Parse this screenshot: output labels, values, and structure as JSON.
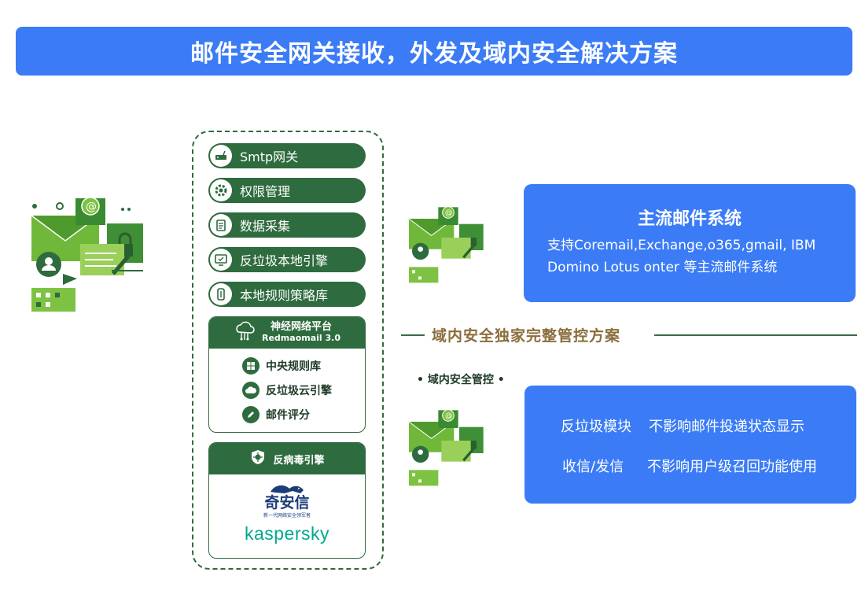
{
  "header": {
    "title": "邮件安全网关接收，外发及域内安全解决方案"
  },
  "pills": [
    {
      "label": "Smtp网关",
      "icon": "router-icon"
    },
    {
      "label": "权限管理",
      "icon": "gear-icon"
    },
    {
      "label": "数据采集",
      "icon": "clipboard-icon"
    },
    {
      "label": "反垃圾本地引擎",
      "icon": "monitor-icon"
    },
    {
      "label": "本地规则策略库",
      "icon": "database-icon"
    }
  ],
  "neural_panel": {
    "title": "神经网络平台",
    "subtitle": "Redmaomail 3.0",
    "items": [
      "中央规则库",
      "反垃圾云引擎",
      "邮件评分"
    ]
  },
  "antivirus_panel": {
    "title": "反病毒引擎",
    "vendor1": {
      "name": "奇安信",
      "tagline": "新一代网络安全领军者"
    },
    "vendor2": {
      "name": "kaspersky"
    }
  },
  "mainstream_card": {
    "title": "主流邮件系统",
    "body": "支持Coremail,Exchange,o365,gmail, IBM Domino Lotus onter 等主流邮件系统"
  },
  "divider": {
    "text": "域内安全独家完整管控方案"
  },
  "domain_label": "• 域内安全管控 •",
  "control_card": {
    "row1_a": "反垃圾模块",
    "row1_b": "不影响邮件投递状态显示",
    "row2_a": "收信/发信",
    "row2_b": "不影响用户级召回功能使用"
  },
  "colors": {
    "accent_blue": "#3b7cf6",
    "dark_green": "#2e6b3e",
    "light_green": "#7dc242",
    "divider_text": "#8a6d3b"
  }
}
